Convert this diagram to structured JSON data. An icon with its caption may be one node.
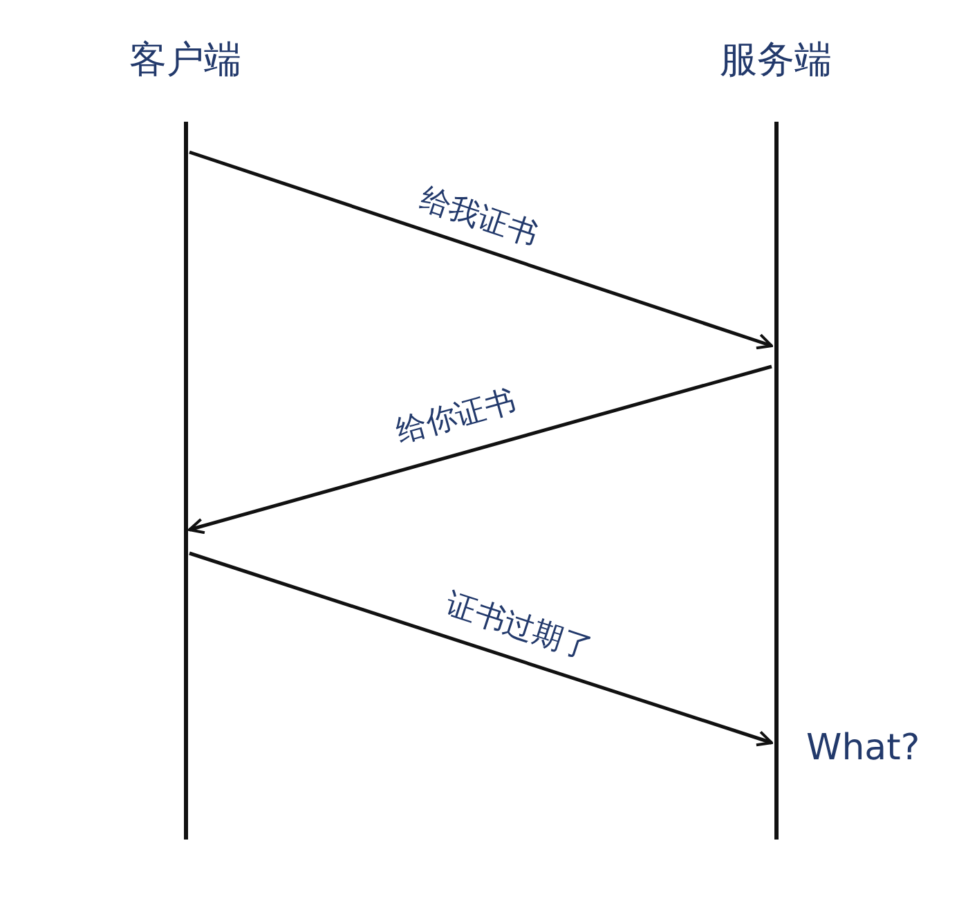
{
  "diagram": {
    "nodes": [
      {
        "text": [
          "客户端"
        ]
      },
      {
        "text": [
          "服务端"
        ]
      }
    ],
    "edges": [
      {
        "from": 0,
        "to": 1,
        "arrow": "to",
        "label": "给我证书"
      },
      {
        "from": 1,
        "to": 0,
        "arrow": "to",
        "label": "给你证书"
      },
      {
        "from": 0,
        "to": 1,
        "arrow": "to",
        "label": "证书过期了"
      }
    ],
    "labels": [
      "What?"
    ]
  }
}
